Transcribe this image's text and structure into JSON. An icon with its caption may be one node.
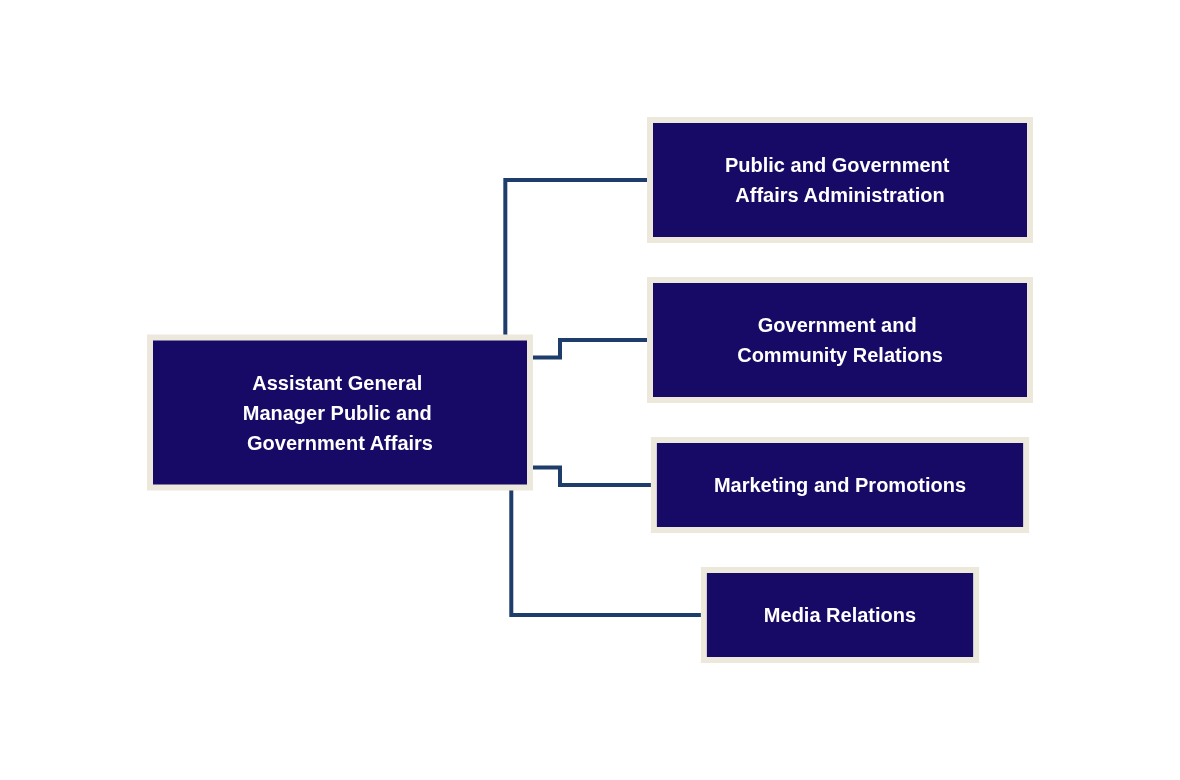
{
  "diagram": {
    "nodes": [
      {
        "text": [
          "Assistant General Manager Public and Government Affairs"
        ]
      },
      {
        "text": [
          "Public and Government Affairs Administration"
        ]
      },
      {
        "text": [
          "Government and Community Relations"
        ]
      },
      {
        "text": [
          "Marketing and Promotions"
        ]
      },
      {
        "text": [
          "Media Relations"
        ]
      }
    ],
    "edges": [
      {
        "from": 0,
        "to": 1,
        "arrow": "none"
      },
      {
        "from": 0,
        "to": 2,
        "arrow": "none"
      },
      {
        "from": 0,
        "to": 3,
        "arrow": "none"
      },
      {
        "from": 0,
        "to": 4,
        "arrow": "none"
      }
    ]
  }
}
